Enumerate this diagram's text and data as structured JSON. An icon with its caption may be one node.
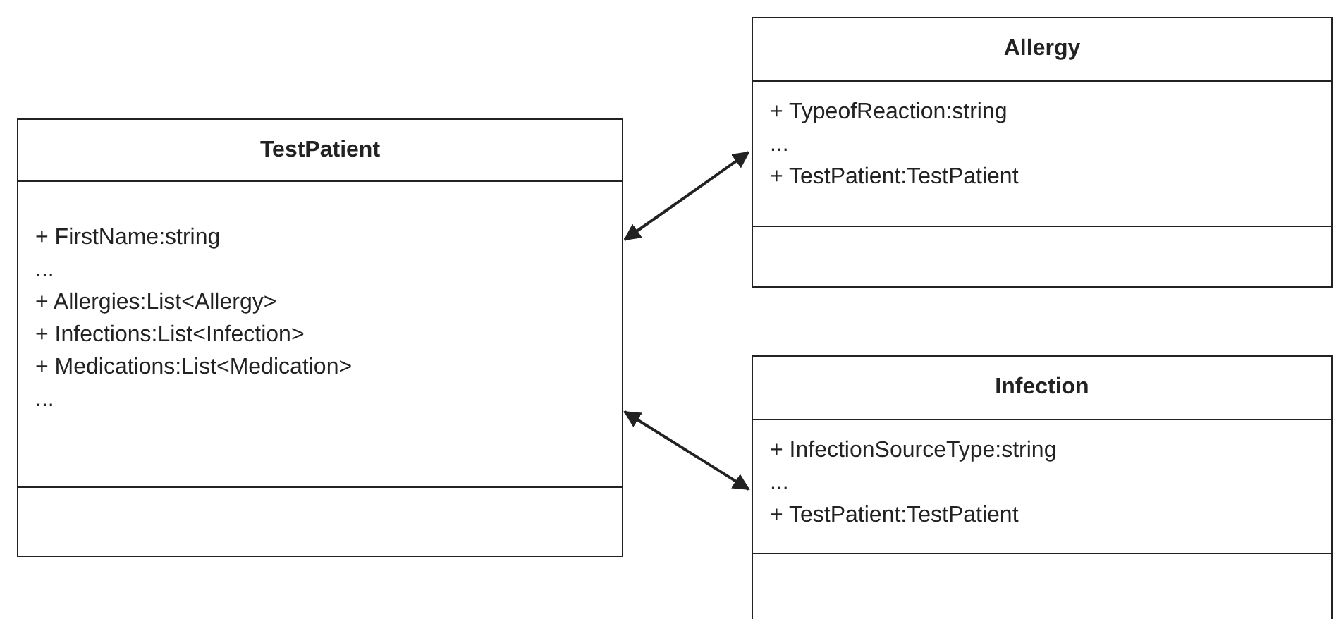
{
  "diagram": {
    "nodes": [
      {
        "text": [
          "TestPatient",
          "+ FirstName:string",
          "...",
          "+ Allergies:List<Allergy>",
          "+ Infections:List<Infection>",
          "+ Medications:List<Medication>",
          "..."
        ]
      },
      {
        "text": [
          "Allergy",
          "+ TypeofReaction:string",
          "...",
          "+ TestPatient:TestPatient"
        ]
      },
      {
        "text": [
          "Infection",
          "+ InfectionSourceType:string",
          "...",
          "+ TestPatient:TestPatient"
        ]
      }
    ],
    "edges": [
      {
        "from": 0,
        "to": 1,
        "arrow": "both"
      },
      {
        "from": 0,
        "to": 2,
        "arrow": "both"
      }
    ]
  }
}
